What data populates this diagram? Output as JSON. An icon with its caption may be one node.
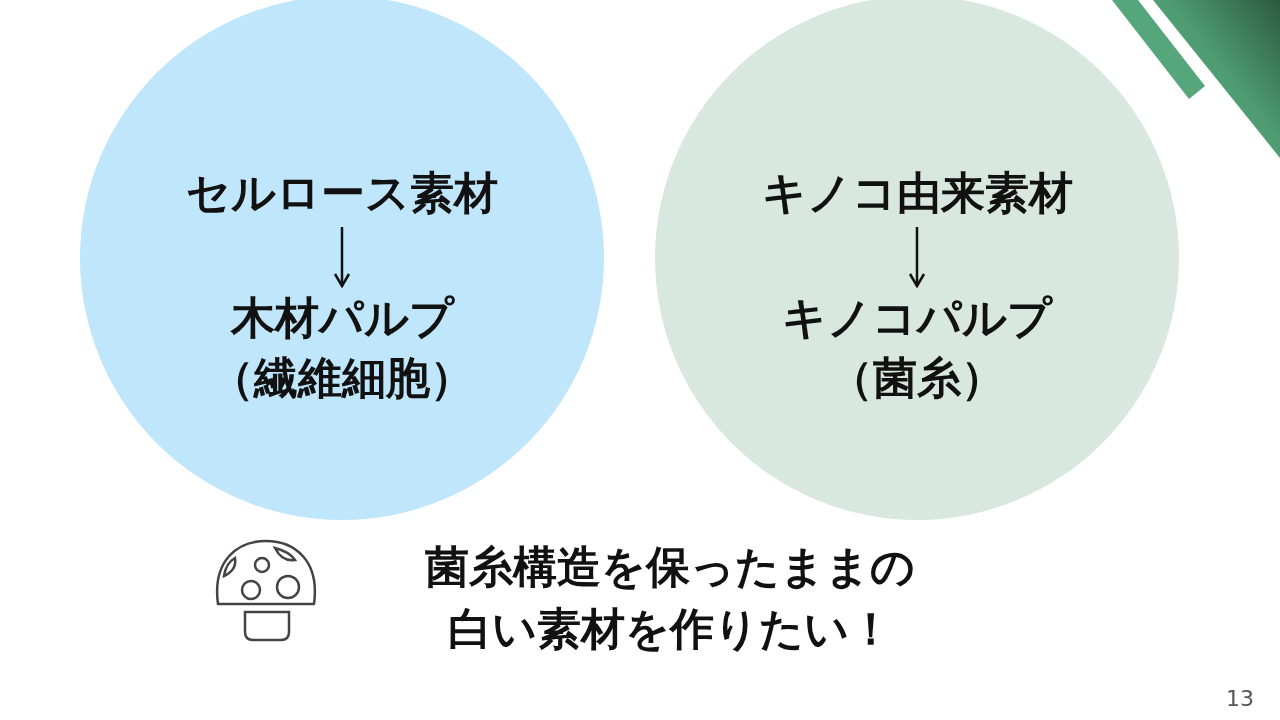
{
  "diagram": {
    "nodes": [
      {
        "text": [],
        "shape": "circle"
      },
      {
        "text": [
          "セルロース素材"
        ],
        "in": 0
      },
      {
        "text": [
          "木材パルプ",
          "（繊維細胞）"
        ],
        "in": 0
      },
      {
        "text": [],
        "shape": "circle"
      },
      {
        "text": [
          "キノコ由来素材"
        ],
        "in": 3
      },
      {
        "text": [
          "キノコパルプ",
          "（菌糸）"
        ],
        "in": 3
      }
    ],
    "edges": [
      {
        "from": 1,
        "to": 2,
        "arrow": "to"
      },
      {
        "from": 4,
        "to": 5,
        "arrow": "to"
      }
    ],
    "labels": [
      "菌糸構造を保ったままの白い素材を作りたい！",
      "13"
    ]
  }
}
